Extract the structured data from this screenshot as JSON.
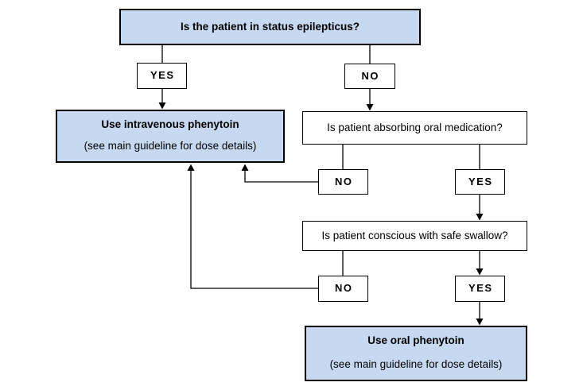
{
  "flowchart": {
    "colors": {
      "highlight_fill": "#C6D9F0",
      "border": "#000000",
      "line": "#000000",
      "background": "#FFFFFF",
      "text": "#000000"
    },
    "nodes": {
      "status_question": {
        "label": "Is the patient in status epilepticus?"
      },
      "status_yes": {
        "label": "YES"
      },
      "status_no": {
        "label": "NO"
      },
      "iv_outcome": {
        "title": "Use intravenous phenytoin",
        "note": "(see main guideline for dose details)"
      },
      "absorbing_question": {
        "label": "Is patient absorbing oral medication?"
      },
      "absorbing_no": {
        "label": "NO"
      },
      "absorbing_yes": {
        "label": "YES"
      },
      "swallow_question": {
        "label": "Is patient conscious with safe swallow?"
      },
      "swallow_no": {
        "label": "NO"
      },
      "swallow_yes": {
        "label": "YES"
      },
      "oral_outcome": {
        "title": "Use oral phenytoin",
        "note": "(see main guideline for dose details)"
      }
    }
  }
}
